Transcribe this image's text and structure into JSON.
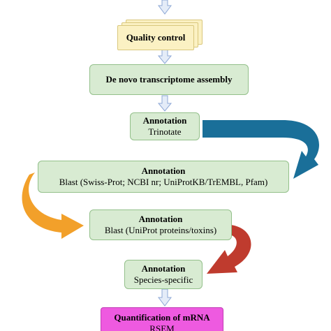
{
  "nodes": {
    "quality_control": {
      "title": "Quality control"
    },
    "assembly": {
      "title": "De novo transcriptome assembly"
    },
    "annotation_trinotate": {
      "title": "Annotation",
      "subtitle": "Trinotate"
    },
    "annotation_blast_db": {
      "title": "Annotation",
      "subtitle": "Blast (Swiss-Prot; NCBI nr; UniProtKB/TrEMBL, Pfam)"
    },
    "annotation_blast_toxins": {
      "title": "Annotation",
      "subtitle": "Blast (UniProt proteins/toxins)"
    },
    "annotation_species": {
      "title": "Annotation",
      "subtitle": "Species-specific"
    },
    "quantification": {
      "title": "Quantification of mRNA",
      "subtitle": "RSEM"
    }
  },
  "colors": {
    "box_fill": "#d8ebd2",
    "box_border": "#93c08a",
    "doc_fill": "#fbf1c3",
    "doc_border": "#d9c77c",
    "quant_fill": "#ee5ae0",
    "arrow_blue": "#1a6f99",
    "arrow_orange": "#f2a02a",
    "arrow_red": "#bf3b2e",
    "down_arrow_fill": "#e4ecf8",
    "down_arrow_stroke": "#8ea8d6"
  }
}
